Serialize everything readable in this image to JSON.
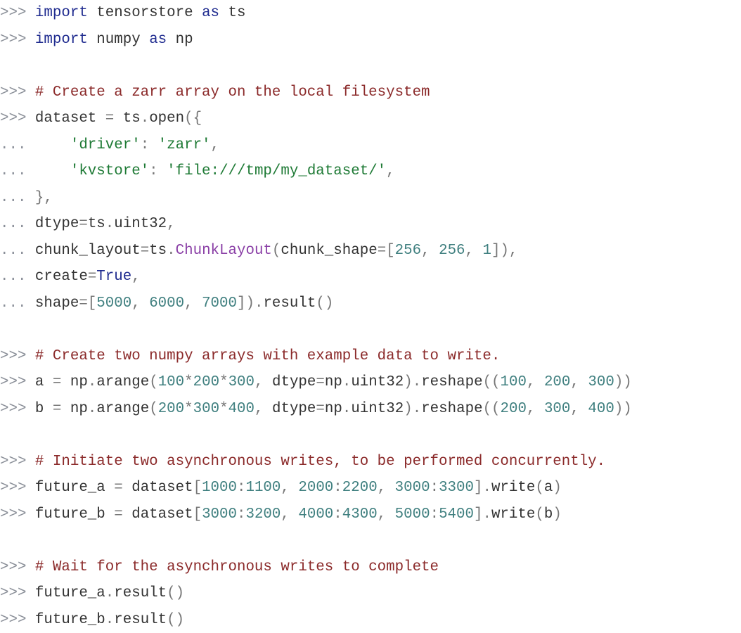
{
  "colors": {
    "prompt": "#8a8f98",
    "keyword": "#1f2b8f",
    "comment": "#8b2a2a",
    "string": "#1e7a35",
    "number": "#3f7f7f",
    "class": "#8a3fa6",
    "punct": "#777777",
    "text": "#333333"
  },
  "lines": [
    [
      [
        "prompt",
        ">>> "
      ],
      [
        "kw",
        "import"
      ],
      [
        "tx",
        " tensorstore "
      ],
      [
        "kw",
        "as"
      ],
      [
        "tx",
        " ts"
      ]
    ],
    [
      [
        "prompt",
        ">>> "
      ],
      [
        "kw",
        "import"
      ],
      [
        "tx",
        " numpy "
      ],
      [
        "kw",
        "as"
      ],
      [
        "tx",
        " np"
      ]
    ],
    [],
    [
      [
        "prompt",
        ">>> "
      ],
      [
        "cm",
        "# Create a zarr array on the local filesystem"
      ]
    ],
    [
      [
        "prompt",
        ">>> "
      ],
      [
        "tx",
        "dataset "
      ],
      [
        "pn",
        "="
      ],
      [
        "tx",
        " ts"
      ],
      [
        "pn",
        "."
      ],
      [
        "tx",
        "open"
      ],
      [
        "pn",
        "({"
      ]
    ],
    [
      [
        "prompt",
        "...     "
      ],
      [
        "str",
        "'driver'"
      ],
      [
        "pn",
        ": "
      ],
      [
        "str",
        "'zarr'"
      ],
      [
        "pn",
        ","
      ]
    ],
    [
      [
        "prompt",
        "...     "
      ],
      [
        "str",
        "'kvstore'"
      ],
      [
        "pn",
        ": "
      ],
      [
        "str",
        "'file:///tmp/my_dataset/'"
      ],
      [
        "pn",
        ","
      ]
    ],
    [
      [
        "prompt",
        "... "
      ],
      [
        "pn",
        "},"
      ]
    ],
    [
      [
        "prompt",
        "... "
      ],
      [
        "tx",
        "dtype"
      ],
      [
        "pn",
        "="
      ],
      [
        "tx",
        "ts"
      ],
      [
        "pn",
        "."
      ],
      [
        "tx",
        "uint32"
      ],
      [
        "pn",
        ","
      ]
    ],
    [
      [
        "prompt",
        "... "
      ],
      [
        "tx",
        "chunk_layout"
      ],
      [
        "pn",
        "="
      ],
      [
        "tx",
        "ts"
      ],
      [
        "pn",
        "."
      ],
      [
        "cls",
        "ChunkLayout"
      ],
      [
        "pn",
        "("
      ],
      [
        "tx",
        "chunk_shape"
      ],
      [
        "pn",
        "=["
      ],
      [
        "num",
        "256"
      ],
      [
        "pn",
        ", "
      ],
      [
        "num",
        "256"
      ],
      [
        "pn",
        ", "
      ],
      [
        "num",
        "1"
      ],
      [
        "pn",
        "]),"
      ]
    ],
    [
      [
        "prompt",
        "... "
      ],
      [
        "tx",
        "create"
      ],
      [
        "pn",
        "="
      ],
      [
        "kw",
        "True"
      ],
      [
        "pn",
        ","
      ]
    ],
    [
      [
        "prompt",
        "... "
      ],
      [
        "tx",
        "shape"
      ],
      [
        "pn",
        "=["
      ],
      [
        "num",
        "5000"
      ],
      [
        "pn",
        ", "
      ],
      [
        "num",
        "6000"
      ],
      [
        "pn",
        ", "
      ],
      [
        "num",
        "7000"
      ],
      [
        "pn",
        "])."
      ],
      [
        "tx",
        "result"
      ],
      [
        "pn",
        "()"
      ]
    ],
    [],
    [
      [
        "prompt",
        ">>> "
      ],
      [
        "cm",
        "# Create two numpy arrays with example data to write."
      ]
    ],
    [
      [
        "prompt",
        ">>> "
      ],
      [
        "tx",
        "a "
      ],
      [
        "pn",
        "="
      ],
      [
        "tx",
        " np"
      ],
      [
        "pn",
        "."
      ],
      [
        "tx",
        "arange"
      ],
      [
        "pn",
        "("
      ],
      [
        "num",
        "100"
      ],
      [
        "pn",
        "*"
      ],
      [
        "num",
        "200"
      ],
      [
        "pn",
        "*"
      ],
      [
        "num",
        "300"
      ],
      [
        "pn",
        ", "
      ],
      [
        "tx",
        "dtype"
      ],
      [
        "pn",
        "="
      ],
      [
        "tx",
        "np"
      ],
      [
        "pn",
        "."
      ],
      [
        "tx",
        "uint32"
      ],
      [
        "pn",
        ")."
      ],
      [
        "tx",
        "reshape"
      ],
      [
        "pn",
        "(("
      ],
      [
        "num",
        "100"
      ],
      [
        "pn",
        ", "
      ],
      [
        "num",
        "200"
      ],
      [
        "pn",
        ", "
      ],
      [
        "num",
        "300"
      ],
      [
        "pn",
        "))"
      ]
    ],
    [
      [
        "prompt",
        ">>> "
      ],
      [
        "tx",
        "b "
      ],
      [
        "pn",
        "="
      ],
      [
        "tx",
        " np"
      ],
      [
        "pn",
        "."
      ],
      [
        "tx",
        "arange"
      ],
      [
        "pn",
        "("
      ],
      [
        "num",
        "200"
      ],
      [
        "pn",
        "*"
      ],
      [
        "num",
        "300"
      ],
      [
        "pn",
        "*"
      ],
      [
        "num",
        "400"
      ],
      [
        "pn",
        ", "
      ],
      [
        "tx",
        "dtype"
      ],
      [
        "pn",
        "="
      ],
      [
        "tx",
        "np"
      ],
      [
        "pn",
        "."
      ],
      [
        "tx",
        "uint32"
      ],
      [
        "pn",
        ")."
      ],
      [
        "tx",
        "reshape"
      ],
      [
        "pn",
        "(("
      ],
      [
        "num",
        "200"
      ],
      [
        "pn",
        ", "
      ],
      [
        "num",
        "300"
      ],
      [
        "pn",
        ", "
      ],
      [
        "num",
        "400"
      ],
      [
        "pn",
        "))"
      ]
    ],
    [],
    [
      [
        "prompt",
        ">>> "
      ],
      [
        "cm",
        "# Initiate two asynchronous writes, to be performed concurrently."
      ]
    ],
    [
      [
        "prompt",
        ">>> "
      ],
      [
        "tx",
        "future_a "
      ],
      [
        "pn",
        "="
      ],
      [
        "tx",
        " dataset"
      ],
      [
        "pn",
        "["
      ],
      [
        "num",
        "1000"
      ],
      [
        "pn",
        ":"
      ],
      [
        "num",
        "1100"
      ],
      [
        "pn",
        ", "
      ],
      [
        "num",
        "2000"
      ],
      [
        "pn",
        ":"
      ],
      [
        "num",
        "2200"
      ],
      [
        "pn",
        ", "
      ],
      [
        "num",
        "3000"
      ],
      [
        "pn",
        ":"
      ],
      [
        "num",
        "3300"
      ],
      [
        "pn",
        "]."
      ],
      [
        "tx",
        "write"
      ],
      [
        "pn",
        "("
      ],
      [
        "tx",
        "a"
      ],
      [
        "pn",
        ")"
      ]
    ],
    [
      [
        "prompt",
        ">>> "
      ],
      [
        "tx",
        "future_b "
      ],
      [
        "pn",
        "="
      ],
      [
        "tx",
        " dataset"
      ],
      [
        "pn",
        "["
      ],
      [
        "num",
        "3000"
      ],
      [
        "pn",
        ":"
      ],
      [
        "num",
        "3200"
      ],
      [
        "pn",
        ", "
      ],
      [
        "num",
        "4000"
      ],
      [
        "pn",
        ":"
      ],
      [
        "num",
        "4300"
      ],
      [
        "pn",
        ", "
      ],
      [
        "num",
        "5000"
      ],
      [
        "pn",
        ":"
      ],
      [
        "num",
        "5400"
      ],
      [
        "pn",
        "]."
      ],
      [
        "tx",
        "write"
      ],
      [
        "pn",
        "("
      ],
      [
        "tx",
        "b"
      ],
      [
        "pn",
        ")"
      ]
    ],
    [],
    [
      [
        "prompt",
        ">>> "
      ],
      [
        "cm",
        "# Wait for the asynchronous writes to complete"
      ]
    ],
    [
      [
        "prompt",
        ">>> "
      ],
      [
        "tx",
        "future_a"
      ],
      [
        "pn",
        "."
      ],
      [
        "tx",
        "result"
      ],
      [
        "pn",
        "()"
      ]
    ],
    [
      [
        "prompt",
        ">>> "
      ],
      [
        "tx",
        "future_b"
      ],
      [
        "pn",
        "."
      ],
      [
        "tx",
        "result"
      ],
      [
        "pn",
        "()"
      ]
    ]
  ]
}
